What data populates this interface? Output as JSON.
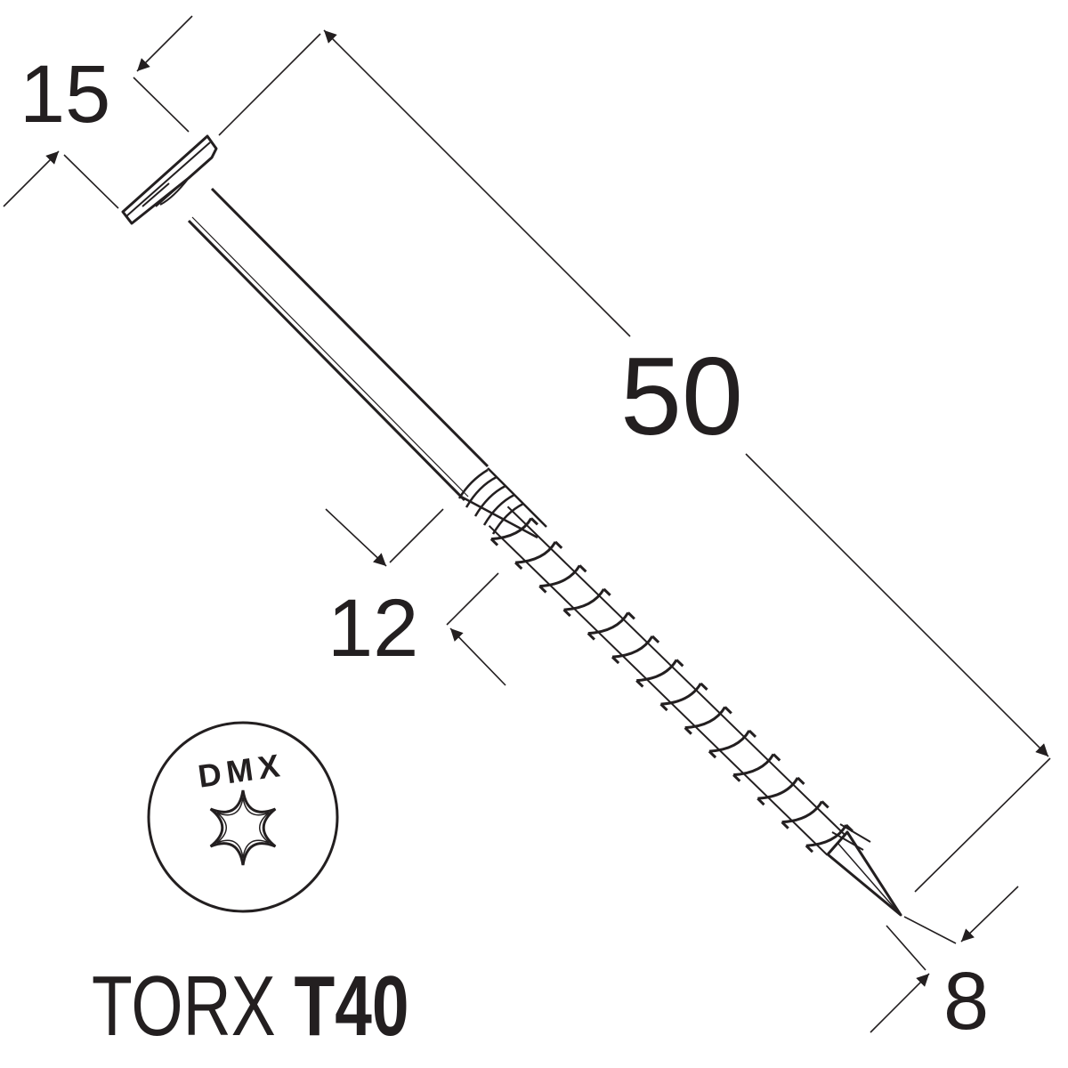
{
  "dimensions": {
    "head_diameter": "15",
    "length": "50",
    "unthreaded": "12",
    "thread_diameter": "8"
  },
  "head_marking": "DMX",
  "drive": {
    "prefix": "TORX",
    "size": "T40"
  },
  "colors": {
    "ink": "#231f20",
    "background": "#ffffff"
  }
}
